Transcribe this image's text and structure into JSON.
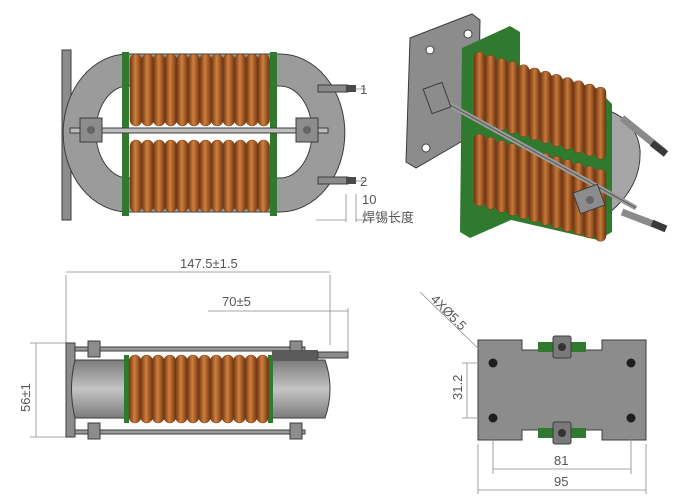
{
  "terminals": {
    "t1": "1",
    "t2": "2"
  },
  "dimensions": {
    "solder_length_value": "10",
    "solder_length_label": "焊锡长度",
    "overall_length": "147.5±1.5",
    "lead_length": "70±5",
    "height": "56±1",
    "hole_spec": "4XØ5.5",
    "hole_spacing_vertical": "31.2",
    "hole_spacing_horizontal": "81",
    "base_width": "95"
  },
  "colors": {
    "coil": "#b8642a",
    "coil_dark": "#7a3a14",
    "core": "#9a9a9a",
    "bobbin": "#2f7a2f",
    "metal": "#8c8c8c",
    "line": "#8a8a8a"
  }
}
